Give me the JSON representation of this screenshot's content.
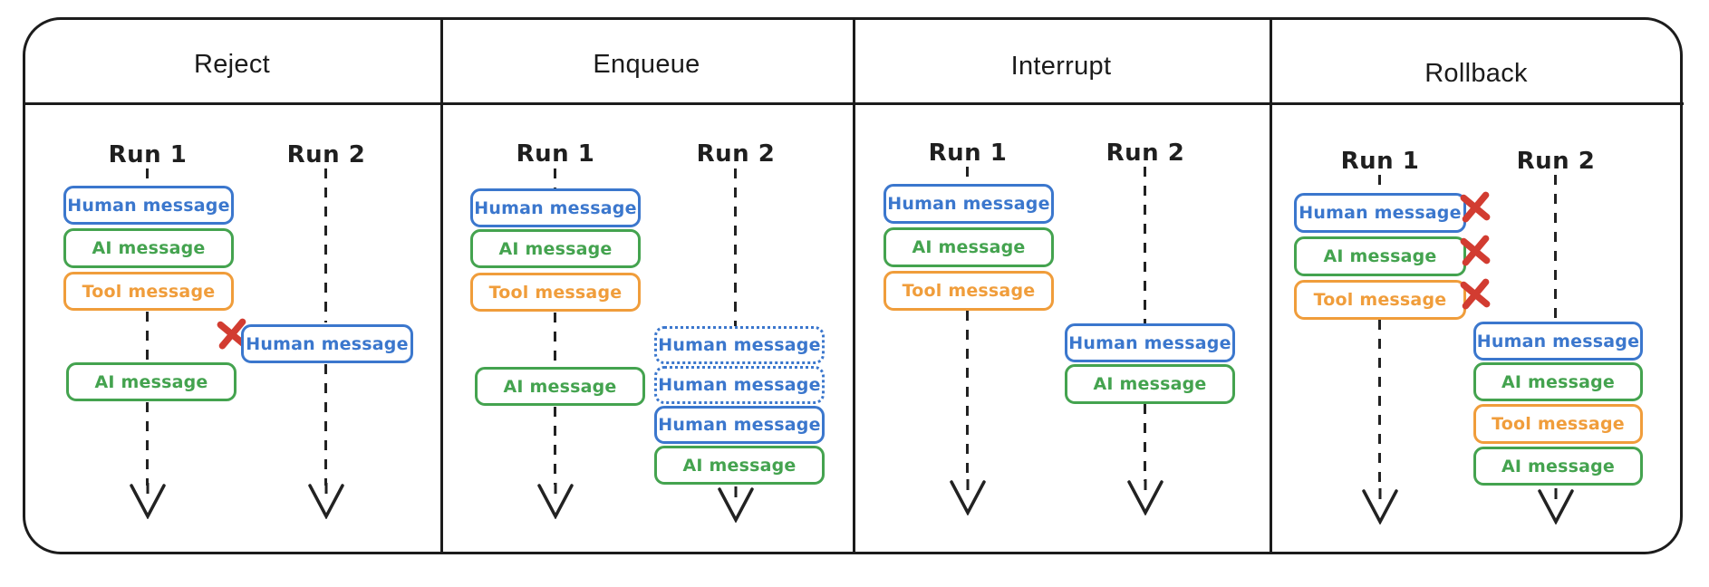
{
  "diagram": {
    "title_row": [
      "Reject",
      "Enqueue",
      "Interrupt",
      "Rollback"
    ],
    "columns": [
      {
        "title": "Reject",
        "runs": [
          {
            "label": "Run 1",
            "messages": [
              {
                "type": "human",
                "text": "Human message",
                "state": "ok"
              },
              {
                "type": "ai",
                "text": "AI message",
                "state": "ok"
              },
              {
                "type": "tool",
                "text": "Tool message",
                "state": "ok"
              },
              {
                "type": "ai",
                "text": "AI message",
                "state": "ok"
              }
            ]
          },
          {
            "label": "Run 2",
            "messages": [
              {
                "type": "human",
                "text": "Human message",
                "state": "rejected"
              }
            ]
          }
        ]
      },
      {
        "title": "Enqueue",
        "runs": [
          {
            "label": "Run 1",
            "messages": [
              {
                "type": "human",
                "text": "Human message",
                "state": "ok"
              },
              {
                "type": "ai",
                "text": "AI message",
                "state": "ok"
              },
              {
                "type": "tool",
                "text": "Tool message",
                "state": "ok"
              },
              {
                "type": "ai",
                "text": "AI message",
                "state": "ok"
              }
            ]
          },
          {
            "label": "Run 2",
            "messages": [
              {
                "type": "human",
                "text": "Human message",
                "state": "queued"
              },
              {
                "type": "human",
                "text": "Human message",
                "state": "queued"
              },
              {
                "type": "human",
                "text": "Human message",
                "state": "ok"
              },
              {
                "type": "ai",
                "text": "AI message",
                "state": "ok"
              }
            ]
          }
        ]
      },
      {
        "title": "Interrupt",
        "runs": [
          {
            "label": "Run 1",
            "messages": [
              {
                "type": "human",
                "text": "Human message",
                "state": "ok"
              },
              {
                "type": "ai",
                "text": "AI message",
                "state": "ok"
              },
              {
                "type": "tool",
                "text": "Tool message",
                "state": "ok"
              }
            ]
          },
          {
            "label": "Run 2",
            "messages": [
              {
                "type": "human",
                "text": "Human message",
                "state": "ok"
              },
              {
                "type": "ai",
                "text": "AI message",
                "state": "ok"
              }
            ]
          }
        ]
      },
      {
        "title": "Rollback",
        "runs": [
          {
            "label": "Run 1",
            "messages": [
              {
                "type": "human",
                "text": "Human message",
                "state": "rolled-back"
              },
              {
                "type": "ai",
                "text": "AI message",
                "state": "rolled-back"
              },
              {
                "type": "tool",
                "text": "Tool message",
                "state": "rolled-back"
              }
            ]
          },
          {
            "label": "Run 2",
            "messages": [
              {
                "type": "human",
                "text": "Human message",
                "state": "ok"
              },
              {
                "type": "ai",
                "text": "AI message",
                "state": "ok"
              },
              {
                "type": "tool",
                "text": "Tool message",
                "state": "ok"
              },
              {
                "type": "ai",
                "text": "AI message",
                "state": "ok"
              }
            ]
          }
        ]
      }
    ],
    "colors": {
      "human_blue": "#3b77cd",
      "ai_green": "#44a34f",
      "tool_orange": "#f09d3b",
      "reject_red": "#d23c31",
      "line_black": "#222222"
    }
  }
}
